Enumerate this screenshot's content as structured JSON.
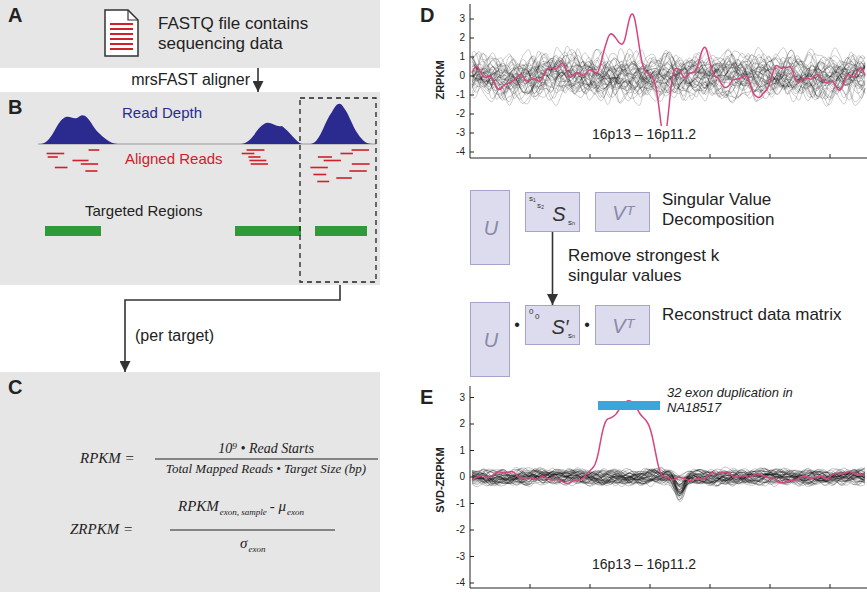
{
  "diagram": {
    "nodes": [
      {
        "text": [
          "A",
          "FASTQ file contains sequencing data"
        ]
      },
      {
        "text": [
          "B"
        ]
      },
      {
        "text": [
          "C"
        ]
      },
      {
        "text": [
          "U"
        ]
      },
      {
        "text": [
          "S",
          "s₁",
          "s₂",
          "sₙ"
        ]
      },
      {
        "text": [
          "Vᵀ"
        ]
      },
      {
        "text": [
          "U"
        ]
      },
      {
        "text": [
          "S′",
          "0",
          "0",
          "sₙ"
        ]
      },
      {
        "text": [
          "Vᵀ"
        ]
      }
    ],
    "edges": [
      {
        "from": 0,
        "to": 1,
        "label": "mrsFAST aligner",
        "arrow": "to"
      },
      {
        "from": 1,
        "to": 2,
        "label": "(per target)",
        "arrow": "to"
      },
      {
        "from": 4,
        "to": 7,
        "label": "Remove strongest k singular values",
        "arrow": "to"
      }
    ],
    "labels": [
      "D",
      "E",
      "Read Depth",
      "Aligned Reads",
      "Targeted Regions",
      "RPKM =",
      "10⁹ • Read Starts",
      "Total Mapped Reads • Target Size (bp)",
      "ZRPKM =",
      "RPKM",
      "exon, sample",
      "- μ",
      "exon",
      "σ",
      "exon",
      "ZRPKM",
      "3",
      "2",
      "1",
      "0",
      "-1",
      "-2",
      "-3",
      "-4",
      "16p13 – 16p11.2",
      "Singular Value Decomposition",
      "•",
      "•",
      "Reconstruct data matrix",
      "SVD-ZRPKM",
      "3",
      "2",
      "1",
      "0",
      "-1",
      "-2",
      "-3",
      "-4",
      "32 exon duplication in NA18517",
      "16p13 – 16p11.2"
    ]
  }
}
